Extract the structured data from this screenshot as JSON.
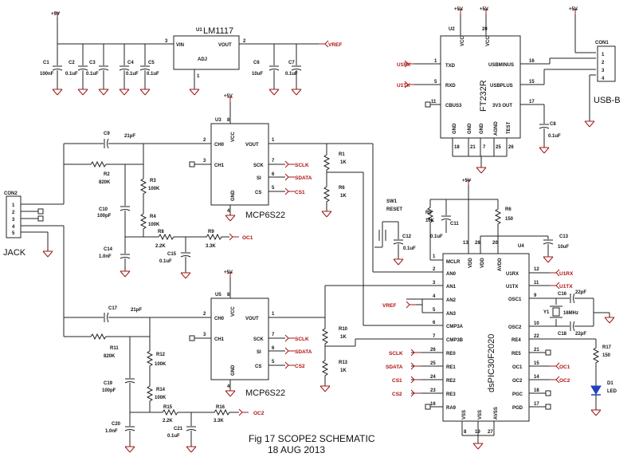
{
  "title": {
    "line1": "Fig 17 SCOPE2 SCHEMATIC",
    "line2": "18 AUG 2013"
  },
  "power": {
    "v5": "+5V"
  },
  "u1": {
    "ref": "U1",
    "part": "LM1117",
    "vin": "VIN",
    "vout": "VOUT",
    "adj": "ADJ",
    "pin_in": "3",
    "pin_out": "2",
    "pin_adj": "1"
  },
  "nets": {
    "vref": "VREF",
    "u1rx": "U1RX",
    "u1tx": "U1TX",
    "sclk": "SCLK",
    "sdata": "SDATA",
    "cs1": "CS1",
    "cs2": "CS2",
    "oc1": "OC1",
    "oc2": "OC2"
  },
  "top_caps": [
    {
      "ref": "C1",
      "val": "100nF"
    },
    {
      "ref": "C2",
      "val": "0.1uF"
    },
    {
      "ref": "C3",
      "val": "0.1uF"
    },
    {
      "ref": "C4",
      "val": "0.1uF"
    },
    {
      "ref": "C5",
      "val": "0.1uF"
    },
    {
      "ref": "C6",
      "val": "10uF"
    },
    {
      "ref": "C7",
      "val": "0.1uF"
    }
  ],
  "u2": {
    "ref": "U2",
    "part": "FT232R",
    "txd": "TXD",
    "rxd": "RXD",
    "cbus3": "CBUS3",
    "usbminus": "USBMINUS",
    "usbplus": "USBPLUS",
    "v3out": "3V3 OUT",
    "vcc": "VCC",
    "gnd": "GND",
    "agnd": "AGND",
    "test": "TEST",
    "p1": "1",
    "p5": "5",
    "p11": "11",
    "p20": "20",
    "p16": "16",
    "p15": "15",
    "p17": "17",
    "p18": "18",
    "p21": "21",
    "p7": "7",
    "p25": "25",
    "p26": "26"
  },
  "con1": {
    "ref": "CON1",
    "label": "USB-B",
    "pins": [
      "1",
      "2",
      "3",
      "4"
    ]
  },
  "c8": {
    "ref": "C8",
    "val": "0.1uF"
  },
  "con2": {
    "ref": "CON2",
    "label": "JACK",
    "pins": [
      "1",
      "2",
      "3",
      "4",
      "5"
    ]
  },
  "u3": {
    "ref": "U3",
    "part": "MCP6S22",
    "vcc": "VCC",
    "ch0": "CH0",
    "ch1": "CH1",
    "gnd": "GND",
    "vout": "VOUT",
    "sck": "SCK",
    "si": "SI",
    "cs": "CS",
    "p8": "8",
    "p2": "2",
    "p3": "3",
    "p1": "1",
    "p7": "7",
    "p6": "6",
    "p5": "5",
    "p4": "4"
  },
  "u5": {
    "ref": "U5",
    "part": "MCP6S22"
  },
  "ch1_parts": {
    "c9": "C9",
    "c9v": "21pF",
    "r2": "R2",
    "r2v": "820K",
    "r3": "R3",
    "r3v": "100K",
    "c10": "C10",
    "c10v": "100pF",
    "r4": "R4",
    "r4v": "100K",
    "c14": "C14",
    "c14v": "1.0nF",
    "r8": "R8",
    "r8v": "2.2K",
    "c15": "C15",
    "c15v": "0.1uF",
    "r9": "R9",
    "r9v": "3.3K",
    "r1": "R1",
    "r1v": "1K",
    "r6": "R6",
    "r6v": "1K"
  },
  "ch2_parts": {
    "c17": "C17",
    "c17v": "21pF",
    "r11": "R11",
    "r11v": "820K",
    "r12": "R12",
    "r12v": "100K",
    "c19": "C19",
    "c19v": "100pF",
    "r14": "R14",
    "r14v": "100K",
    "c20": "C20",
    "c20v": "1.0nF",
    "r15": "R15",
    "r15v": "2.2K",
    "c21": "C21",
    "c21v": "0.1uF",
    "r16": "R16",
    "r16v": "3.3K",
    "r10": "R10",
    "r10v": "1K",
    "r13": "R13",
    "r13v": "1K"
  },
  "reset": {
    "sw": "SW1",
    "label": "RESET",
    "r5": "R5",
    "r5v": "10K",
    "c11": "C11",
    "c11v": "0.1uF",
    "c12": "C12",
    "c12v": "0.1uF",
    "r6": "R6",
    "r6v": "150",
    "c13": "C13",
    "c13v": "10uF"
  },
  "u4": {
    "ref": "U4",
    "part": "dsPIC30F2020",
    "mclr": "MCLR",
    "vdd": "VDD",
    "avdd": "AVDD",
    "an0": "AN0",
    "an1": "AN1",
    "an2": "AN2",
    "an3": "AN3",
    "cmp3a": "CMP3A",
    "cmp3b": "CMP3B",
    "re0": "RE0",
    "re1": "RE1",
    "re2": "RE2",
    "re3": "RE3",
    "ra9": "RA9",
    "vss": "VSS",
    "avss": "AVSS",
    "u1rx": "U1RX",
    "u1tx": "U1TX",
    "osc1": "OSC1",
    "osc2": "OSC2",
    "re5": "RE5",
    "re4": "RE4",
    "oc1": "OC1",
    "oc2": "OC2",
    "pgc": "PGC",
    "pgd": "PGD",
    "pins_left": [
      "1",
      "2",
      "3",
      "4",
      "5",
      "6",
      "7",
      "26",
      "25",
      "24",
      "23",
      "16"
    ],
    "pins_right": [
      "12",
      "11",
      "9",
      "10",
      "21",
      "22",
      "15",
      "14",
      "18",
      "17"
    ],
    "pins_top": [
      "13",
      "28",
      "20"
    ],
    "pins_bot": [
      "8",
      "19",
      "27"
    ]
  },
  "crystal": {
    "ref": "Y1",
    "val": "16MHz",
    "c16": "C16",
    "c16v": "22pF",
    "c18": "C18",
    "c18v": "22pF"
  },
  "led": {
    "r17": "R17",
    "r17v": "150",
    "d1": "D1",
    "d1v": "LED"
  }
}
